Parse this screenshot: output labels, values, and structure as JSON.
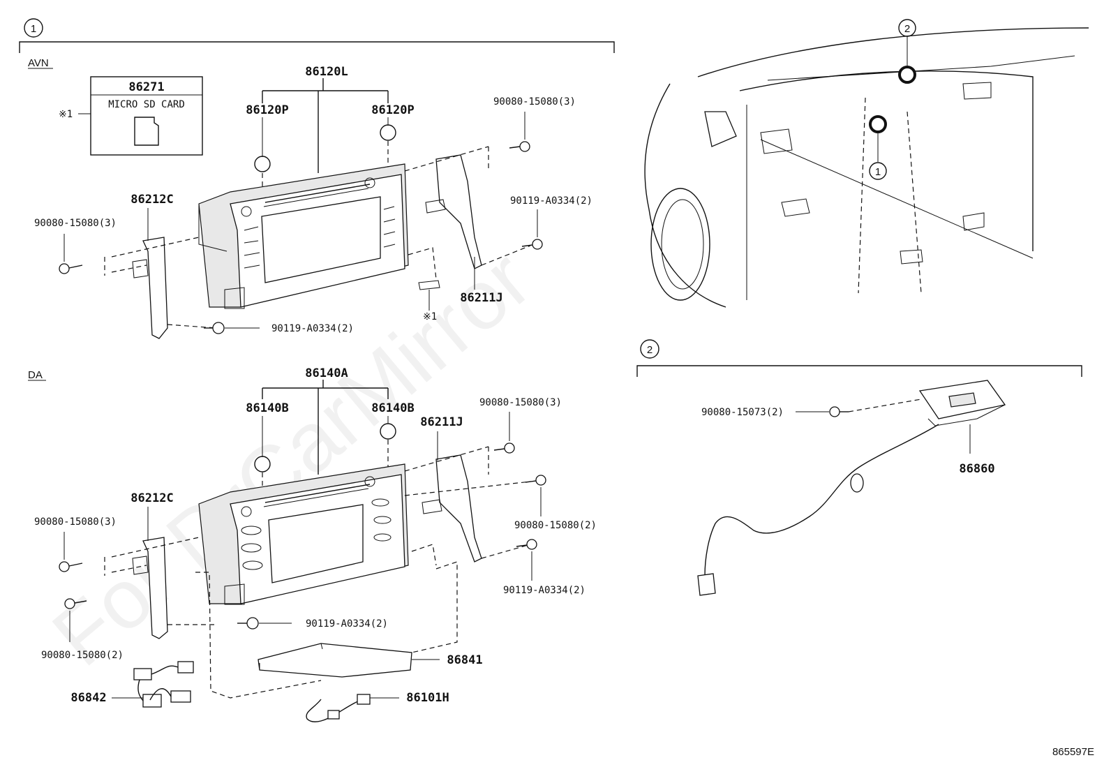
{
  "sections": {
    "circle_1": "1",
    "circle_2": "2",
    "avn_label": "AVN",
    "da_label": "DA"
  },
  "sd_card": {
    "part": "86271",
    "label": "MICRO SD CARD",
    "note_mark": "※1"
  },
  "avn": {
    "main": "86120L",
    "knob_left": "86120P",
    "knob_right": "86120P",
    "bracket_left": "86212C",
    "bracket_right": "86211J",
    "screw_tr": "90080-15080(3)",
    "screw_l": "90080-15080(3)",
    "screw_r": "90119-A0334(2)",
    "screw_bl": "90119-A0334(2)",
    "note_mark": "※1"
  },
  "da": {
    "main": "86140A",
    "knob_left": "86140B",
    "knob_right": "86140B",
    "bracket_right": "86211J",
    "bracket_left": "86212C",
    "screw_tr": "90080-15080(3)",
    "screw_l": "90080-15080(3)",
    "screw_r1": "90080-15080(2)",
    "screw_r2": "90119-A0334(2)",
    "screw_bl": "90080-15080(2)",
    "screw_bm": "90119-A0334(2)",
    "module": "86841",
    "harness": "86842",
    "cable": "86101H"
  },
  "vehicle": {
    "callout_2": "2",
    "callout_1": "1"
  },
  "section2": {
    "screw": "90080-15073(2)",
    "antenna": "86860"
  },
  "diagram_id": "865597E",
  "watermark": "For DrCarMirror"
}
